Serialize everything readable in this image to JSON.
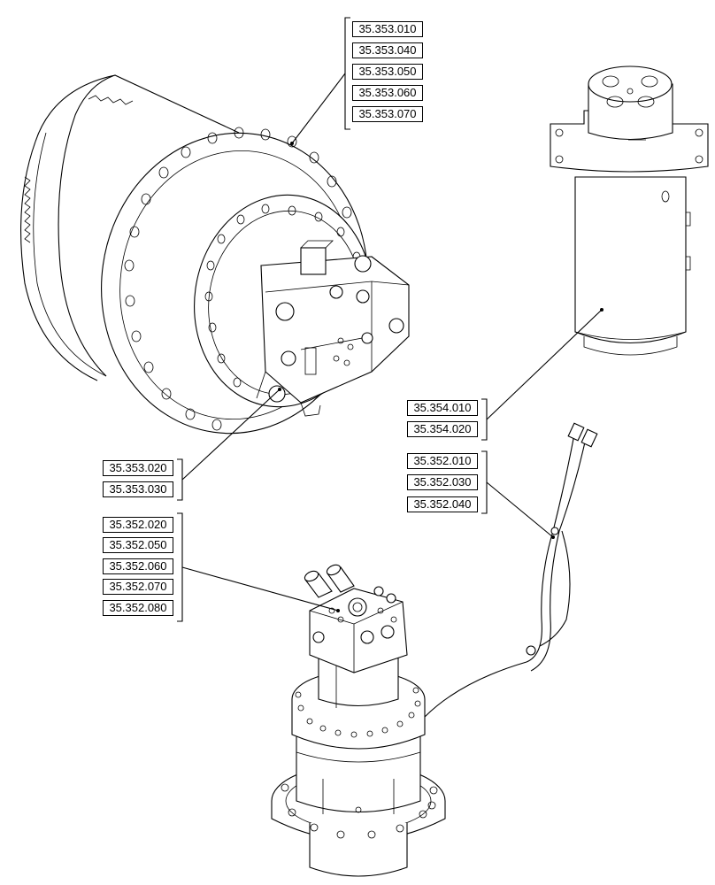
{
  "groups": [
    {
      "id": "travel-motor-top",
      "codes": [
        "35.353.010",
        "35.353.040",
        "35.353.050",
        "35.353.060",
        "35.353.070"
      ]
    },
    {
      "id": "travel-motor-bottom",
      "codes": [
        "35.353.020",
        "35.353.030"
      ]
    },
    {
      "id": "swivel-joint",
      "codes": [
        "35.354.010",
        "35.354.020"
      ]
    },
    {
      "id": "hoses",
      "codes": [
        "35.352.010",
        "35.352.030",
        "35.352.040"
      ]
    },
    {
      "id": "swing-motor",
      "codes": [
        "35.352.020",
        "35.352.050",
        "35.352.060",
        "35.352.070",
        "35.352.080"
      ]
    }
  ]
}
